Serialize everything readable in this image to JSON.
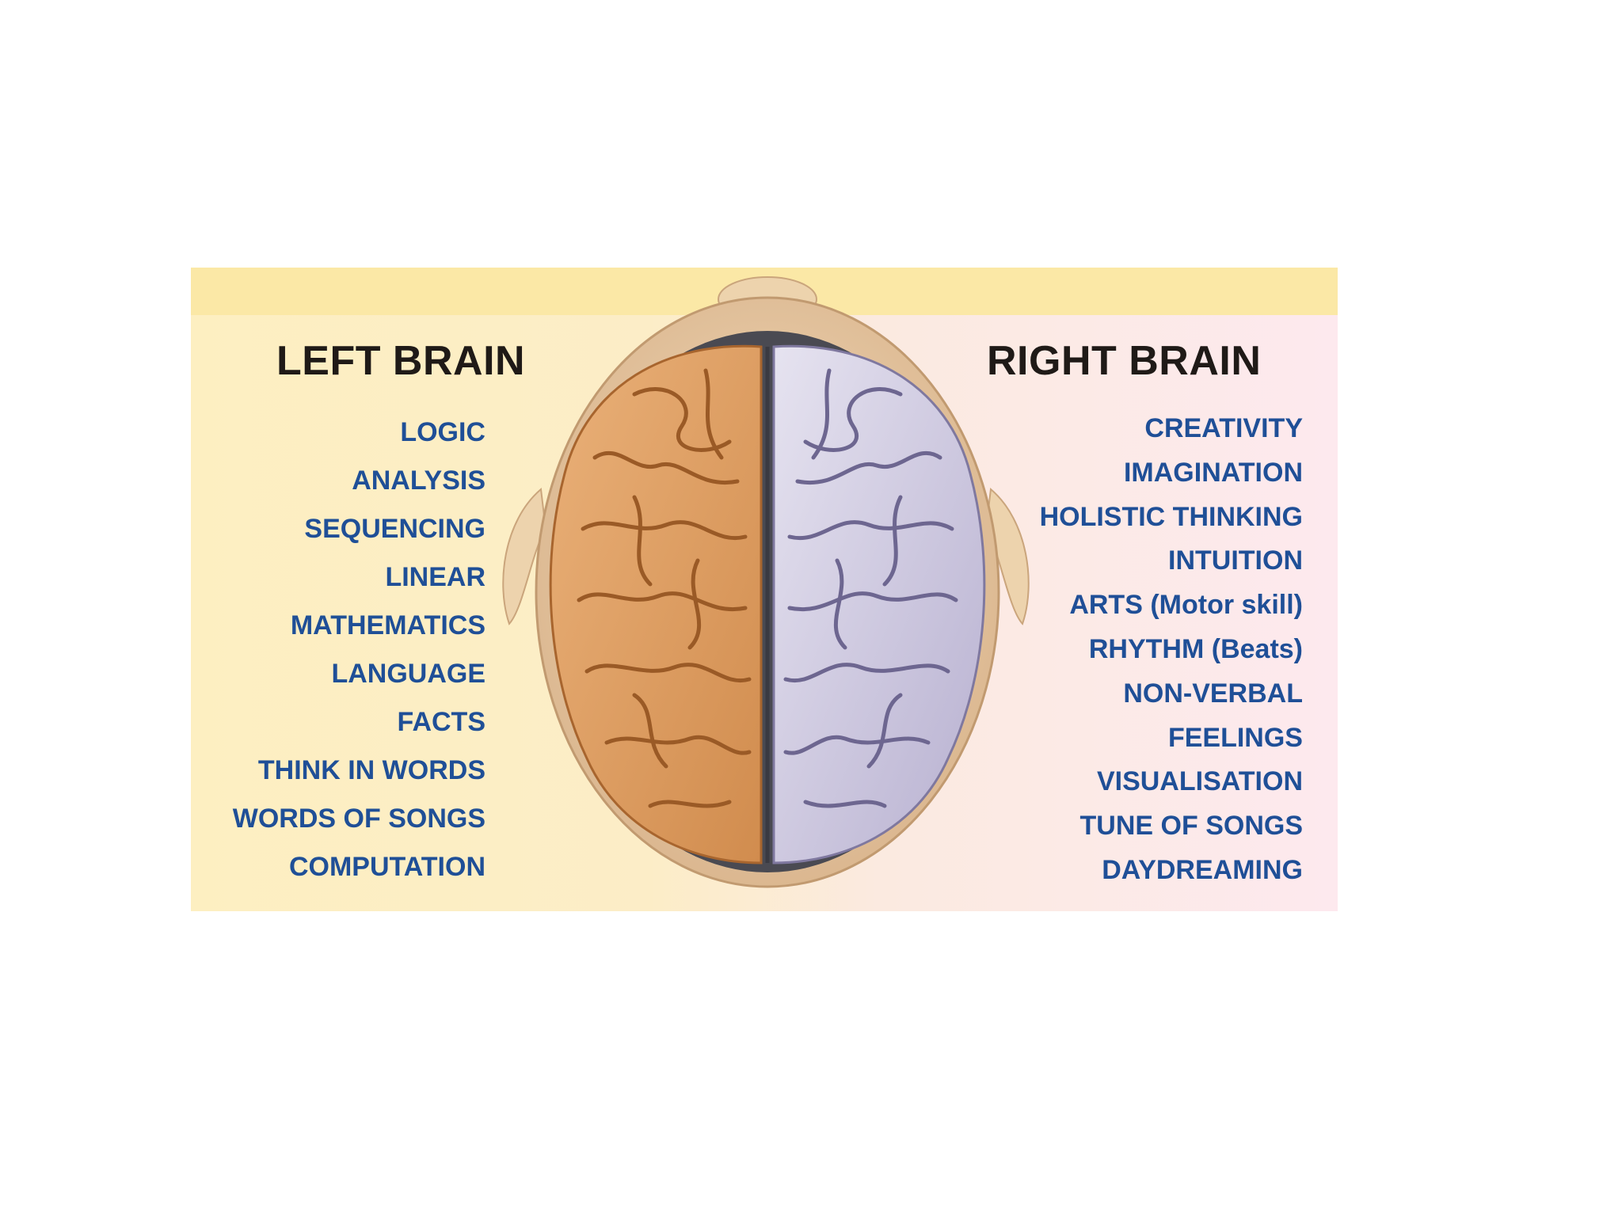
{
  "left_brain": {
    "heading": "LEFT BRAIN",
    "items": [
      "LOGIC",
      "ANALYSIS",
      "SEQUENCING",
      "LINEAR",
      "MATHEMATICS",
      "LANGUAGE",
      "FACTS",
      "THINK IN WORDS",
      "WORDS OF SONGS",
      "COMPUTATION"
    ]
  },
  "right_brain": {
    "heading": "RIGHT BRAIN",
    "items": [
      "CREATIVITY",
      "IMAGINATION",
      "HOLISTIC THINKING",
      "INTUITION",
      "ARTS (Motor skill)",
      "RHYTHM (Beats)",
      "NON-VERBAL",
      "FEELINGS",
      "VISUALISATION",
      "TUNE OF SONGS",
      "DAYDREAMING"
    ]
  },
  "colors": {
    "frame": "#fbe8a6",
    "heading_text": "#1f1a17",
    "list_text": "#1f4f97",
    "left_hemisphere": "#e0a166",
    "right_hemisphere": "#c8c3dc",
    "head": "#e9c9a0"
  }
}
